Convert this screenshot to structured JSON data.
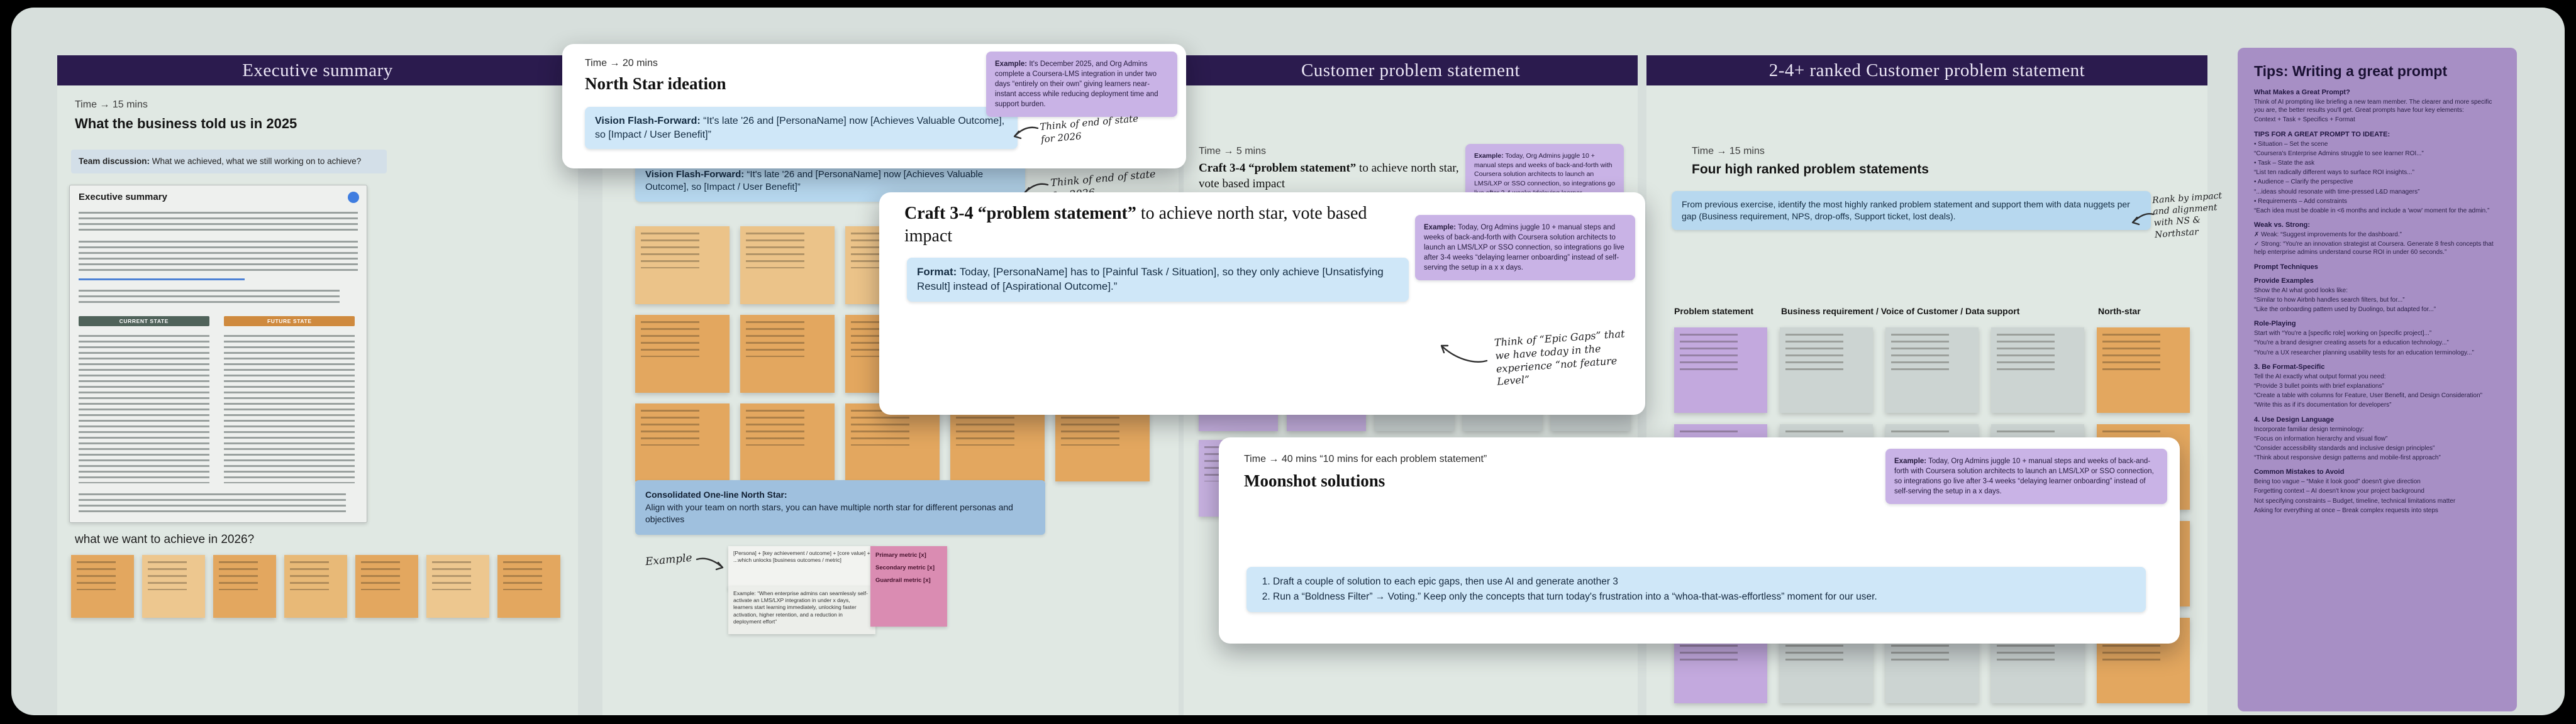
{
  "canvas": {
    "bg": "#d7dfdc",
    "frame_header_color": "#2b1b4e",
    "accent_blue": "#cfe7f8",
    "accent_purple": "#c9b3e6"
  },
  "board_exec": {
    "title": "Executive summary",
    "time": "Time → 15 mins",
    "heading": "What the business told us in 2025",
    "team_label": "Team discussion:",
    "team_text": " What we achieved, what we still working on to achieve?",
    "doc_title": "Executive summary",
    "doc_pill_left": "CURRENT STATE",
    "doc_pill_right": "FUTURE STATE",
    "question": "what we want to achieve in 2026?"
  },
  "board_northstar": {
    "vision_label": "Vision Flash-Forward:",
    "vision_text": " “It's late '26 and [PersonaName] now [Achieves Valuable Outcome], so [Impact / User Benefit]”",
    "handwriting": "Think of end of state for 2026",
    "consolidated_label": "Consolidated One-line North Star:",
    "consolidated_text": "Align with your team on north stars, you can have multiple north star for different personas and objectives",
    "example_label": "Example",
    "note_formula": "[Persona] + [key achievement / outcome] + [core value] + ...which unlocks [business outcomes / metric]",
    "note_example": "Example: “When enterprise admins can seamlessly self-activate an LMS/LXP integration in under x days, learners start learning immediately, unlocking faster activation, higher retention, and a reduction in deployment effort”",
    "pink_lines": [
      "Primary metric [x]",
      "Secondary metric [x]",
      "Guardrail metric [x]"
    ]
  },
  "board_problem": {
    "title": "Customer problem statement",
    "time": "Time → 5 mins",
    "heading_bold": "Craft 3-4 “problem statement”",
    "heading_rest": " to achieve north star, vote based impact",
    "format_label": "Format:",
    "format_text": " Today, [PersonaName] has to [Painful Task / Situation], so they only achieve [Unsatisfying Result] instead of [Aspirational Outcome].”",
    "example_label": "Example:",
    "example_text": " Today, Org Admins juggle 10 + manual steps and weeks of back-and-forth with Coursera solution architects to launch an LMS/LXP or SSO connection, so integrations go live after 3-4 weeks “delaying learner onboarding” instead of self-serving the setup in a x x days.",
    "handwriting": "Think of “Epic Gaps” that we have today in the experience “not feature Level”"
  },
  "board_ranked": {
    "title": "2-4+ ranked Customer problem statement",
    "time": "Time → 15 mins",
    "heading": "Four high ranked problem statements",
    "instruction": "From previous exercise, identify the most highly ranked problem statement and support them with data nuggets per gap (Business requirement, NPS, drop-offs, Support ticket, lost deals).",
    "handwriting": "Rank by impact and alignment with NS & Northstar",
    "col_problem": "Problem statement",
    "col_requirement": "Business requirement / Voice of Customer / Data support",
    "col_northstar": "North-star"
  },
  "card_northstar": {
    "time": "Time → 20 mins",
    "title": "North Star ideation",
    "vision_label": "Vision Flash-Forward:",
    "vision_text": " “It's late '26 and [PersonaName] now [Achieves Valuable Outcome], so [Impact / User Benefit]”",
    "example_label": "Example:",
    "example_text": " It's December 2025, and Org Admins complete a Coursera-LMS integration in under two days “entirely on their own” giving learners near-instant access while reducing deployment time and support burden.",
    "handwriting": "Think of end of state for 2026"
  },
  "card_problem": {
    "heading_bold": "Craft 3-4 “problem statement”",
    "heading_rest": " to achieve north star, vote based impact",
    "format_label": "Format:",
    "format_text": " Today, [PersonaName] has to [Painful Task / Situation], so they only achieve [Unsatisfying Result] instead of [Aspirational Outcome].”",
    "example_label": "Example:",
    "example_text": " Today, Org Admins juggle 10 + manual steps and weeks of back-and-forth with Coursera solution architects to launch an LMS/LXP or SSO connection, so integrations go live after 3-4 weeks “delaying learner onboarding” instead of self-serving the setup in a x x days.",
    "handwriting": "Think of “Epic Gaps” that we have today in the experience “not feature Level”"
  },
  "card_moonshot": {
    "time": "Time → 40 mins “10 mins for each problem statement”",
    "title": "Moonshot solutions",
    "example_label": "Example:",
    "example_text": " Today, Org Admins juggle 10 + manual steps and weeks of back-and-forth with Coursera solution architects to launch an LMS/LXP or SSO connection, so integrations go live after 3-4 weeks “delaying learner onboarding” instead of self-serving the setup in a x days.",
    "steps": [
      "Draft a couple of solution to each epic gaps, then use AI and generate another 3",
      "Run a “Boldness Filter” → Voting.” Keep only the concepts that turn today's frustration into a “whoa-that-was-effortless” moment for our user."
    ]
  },
  "tips": {
    "title": "Tips: Writing a great prompt",
    "sections": [
      {
        "h": "What Makes a Great Prompt?",
        "lines": [
          "Think of AI prompting like briefing a new team member. The clearer and more specific you are, the better results you'll get. Great prompts have four key elements:",
          "Context + Task + Specifics + Format"
        ]
      },
      {
        "h": "TIPS FOR A GREAT PROMPT TO IDEATE:",
        "lines": [
          "• Situation – Set the scene",
          "“Coursera's Enterprise Admins struggle to see learner ROI...”",
          "• Task – State the ask",
          "“List ten radically different ways to surface ROI insights...”",
          "• Audience – Clarify the perspective",
          "“...ideas should resonate with time-pressed L&D managers”",
          "• Requirements – Add constraints",
          "“Each idea must be doable in <6 months and include a 'wow' moment for the admin.”"
        ]
      },
      {
        "h": "Weak vs. Strong:",
        "lines": [
          "✗ Weak: “Suggest improvements for the dashboard.”",
          "✓ Strong: “You're an innovation strategist at Coursera. Generate 8 fresh concepts that help enterprise admins understand course ROI in under 60 seconds.”"
        ]
      },
      {
        "h": "Prompt Techniques",
        "lines": []
      },
      {
        "h": "Provide Examples",
        "lines": [
          "Show the AI what good looks like:",
          "“Similar to how Airbnb handles search filters, but for...”",
          "“Like the onboarding pattern used by Duolingo, but adapted for...”"
        ]
      },
      {
        "h": "Role-Playing",
        "lines": [
          "Start with “You're a [specific role] working on [specific project]...”",
          "“You're a brand designer creating assets for a education technology...”",
          "“You're a UX researcher planning usability tests for an education terminology...”"
        ]
      },
      {
        "h": "3. Be Format-Specific",
        "lines": [
          "Tell the AI exactly what output format you need:",
          "“Provide 3 bullet points with brief explanations”",
          "“Create a table with columns for Feature, User Benefit, and Design Consideration”",
          "“Write this as if it's documentation for developers”"
        ]
      },
      {
        "h": "4. Use Design Language",
        "lines": [
          "Incorporate familiar design terminology:",
          "“Focus on information hierarchy and visual flow”",
          "“Consider accessibility standards and inclusive design principles”",
          "“Think about responsive design patterns and mobile-first approach”"
        ]
      },
      {
        "h": "Common Mistakes to Avoid",
        "lines": [
          "Being too vague – “Make it look good” doesn't give direction",
          "Forgetting context – AI doesn't know your project background",
          "Not specifying constraints – Budget, timeline, technical limitations matter",
          "Asking for everything at once – Break complex requests into steps"
        ]
      }
    ]
  },
  "stickies": {
    "exec_row": {
      "cols": 7,
      "rows": 1,
      "mode": "cycle",
      "colors": [
        "#e3a75f",
        "#edc78f",
        "#e3a75f",
        "#e8b977",
        "#e3a75f",
        "#edc78f",
        "#e3a75f"
      ]
    },
    "northstar_grid": {
      "cols": 5,
      "rows": 3,
      "mode": "row",
      "colors": [
        "#ebc389",
        "#e3a75f",
        "#e3a75f"
      ]
    },
    "problem_grid": {
      "cols": 5,
      "rows": 2,
      "mode": "col",
      "colors": [
        "#c7b1e0",
        "#c7b1e0",
        "#ccd4d2",
        "#ccd4d2",
        "#ccd4d2"
      ]
    },
    "ranked_grid": {
      "cols": 5,
      "rows": 4,
      "mode": "col",
      "colors": [
        "#c3a9de",
        "#ccd4d2",
        "#ccd4d2",
        "#ccd4d2",
        "#e3a75f"
      ]
    }
  }
}
